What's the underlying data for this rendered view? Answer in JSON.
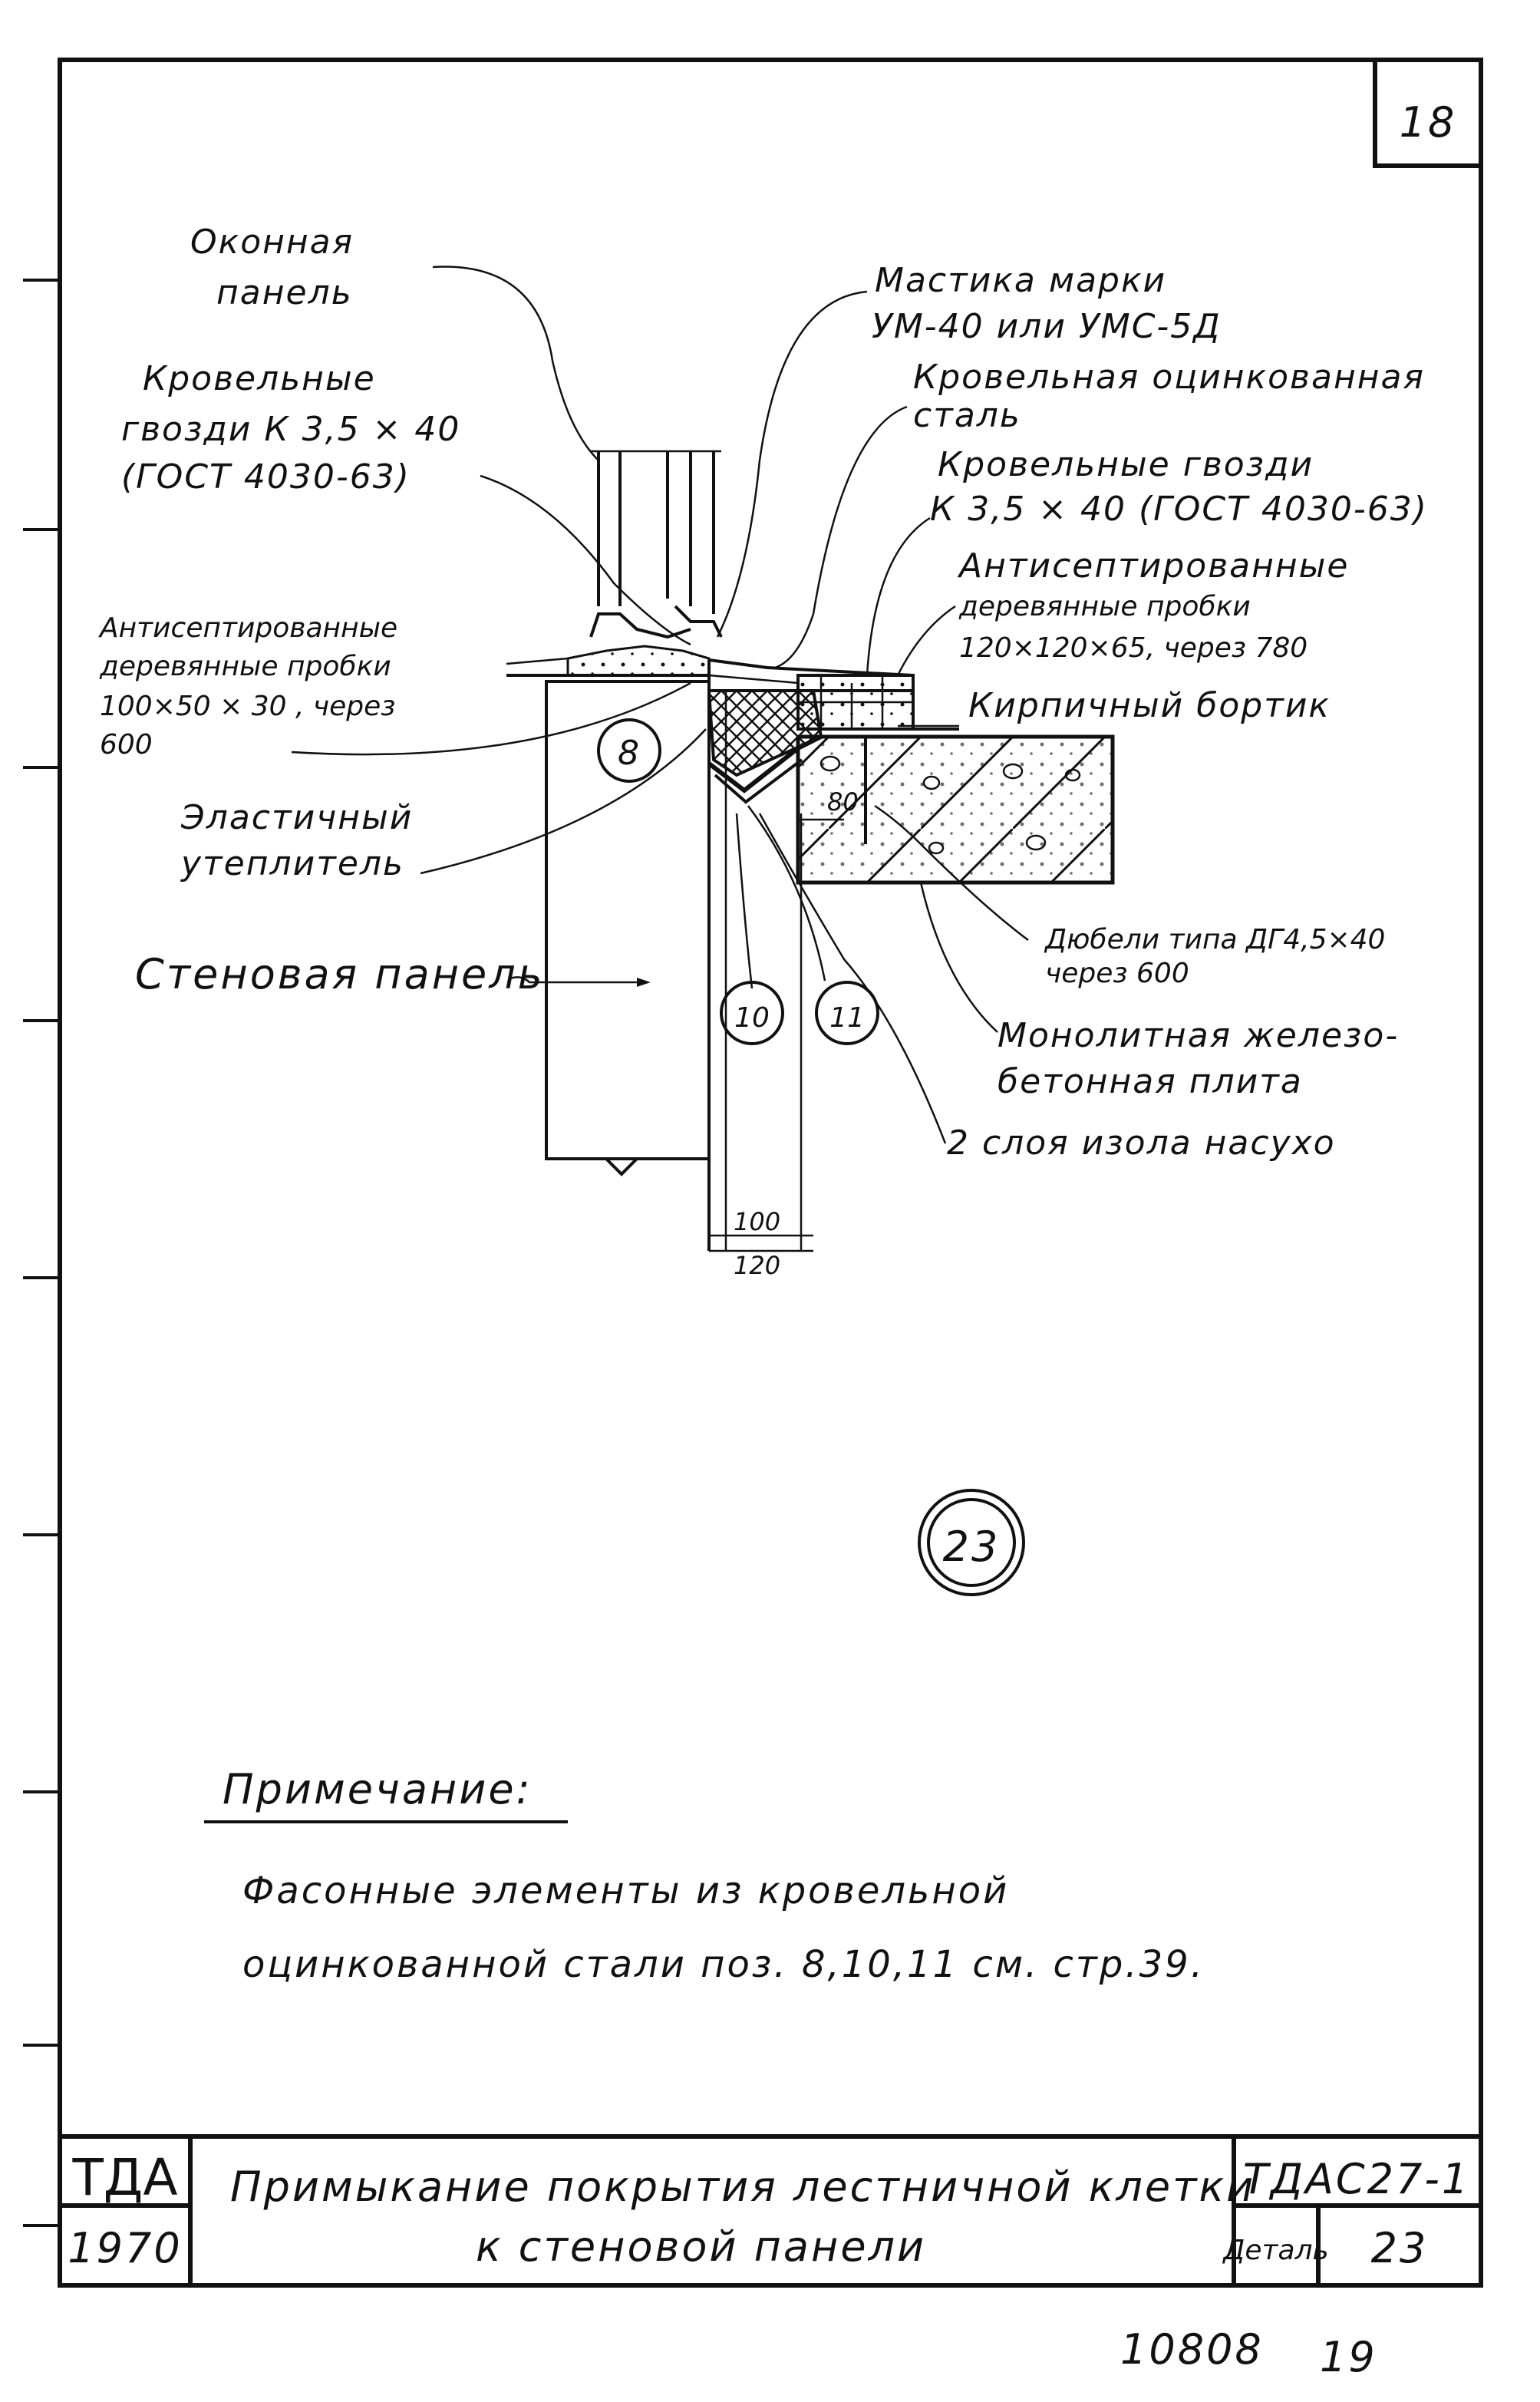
{
  "sheet_number": "18",
  "callout_labels": {
    "window_panel": [
      "Оконная",
      "панель"
    ],
    "nails_left": [
      "Кровельные",
      "гвозди К 3,5 × 40",
      "(ГОСТ 4030-63)"
    ],
    "plugs_left": [
      "Антисептированные",
      "деревянные пробки",
      "100×50 × 30 , через",
      "600"
    ],
    "insulation": [
      "Эластичный",
      "утеплитель"
    ],
    "wall_panel": "Стеновая панель",
    "mastic": [
      "Мастика марки",
      "УМ-40 или УМС-5Д"
    ],
    "steel": [
      "Кровельная оцинкованная",
      "сталь"
    ],
    "nails_right": [
      "Кровельные гвозди",
      "К 3,5 × 40 (ГОСТ 4030-63)"
    ],
    "plugs_right": [
      "Антисептированные",
      "деревянные пробки",
      "120×120×65, через 780"
    ],
    "brick_curb": "Кирпичный бортик",
    "dowels": [
      "Дюбели типа ДГ4,5×40",
      "через 600"
    ],
    "slab": [
      "Монолитная железо-",
      "бетонная плита"
    ],
    "isol": "2 слоя изола насухо"
  },
  "position_marks": [
    "8",
    "10",
    "11"
  ],
  "dimensions": {
    "upper": "100",
    "lower": "120",
    "slab_dim": "80"
  },
  "detail_mark": "23",
  "note": {
    "heading": "Примечание:",
    "lines": [
      "Фасонные элементы из кровельной",
      "оцинкованной стали поз. 8,10,11 см. стр.39."
    ]
  },
  "title_block": {
    "org": "ТДА",
    "year": "1970",
    "title_line1": "Примыкание покрытия лестничной клетки",
    "title_line2": "к стеновой панели",
    "series": "ТДАС27-1",
    "detail_label": "Деталь",
    "detail_number": "23"
  },
  "archive_number": "10808",
  "archive_page": "19"
}
